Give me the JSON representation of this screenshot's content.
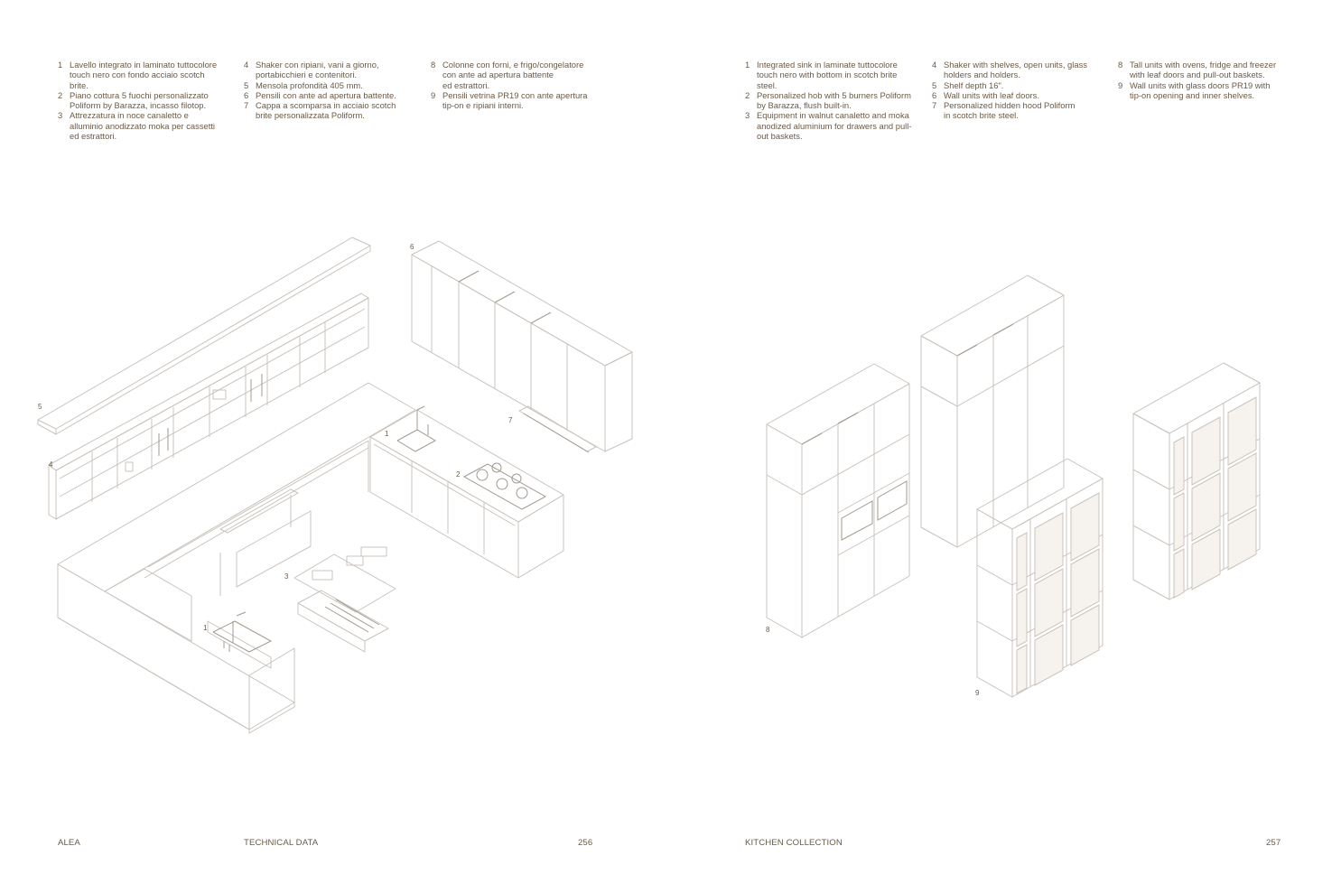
{
  "legend_it": {
    "col1": [
      {
        "n": "1",
        "t": "Lavello integrato in laminato tuttocolore\ntouch nero con fondo acciaio scotch\nbrite."
      },
      {
        "n": "2",
        "t": "Piano cottura 5 fuochi personalizzato\nPoliform by Barazza, incasso filotop."
      },
      {
        "n": "3",
        "t": "Attrezzatura in noce canaletto e\nalluminio anodizzato moka per cassetti\ned estrattori."
      }
    ],
    "col2": [
      {
        "n": "4",
        "t": "Shaker con ripiani, vani a giorno,\nportabicchieri e contenitori."
      },
      {
        "n": "5",
        "t": "Mensola profondità 405 mm."
      },
      {
        "n": "6",
        "t": "Pensili con ante ad apertura battente."
      },
      {
        "n": "7",
        "t": "Cappa a scomparsa in acciaio scotch\nbrite personalizzata Poliform."
      }
    ],
    "col3": [
      {
        "n": "8",
        "t": "Colonne con forni, e frigo/congelatore\ncon ante ad apertura battente\ned estrattori."
      },
      {
        "n": "9",
        "t": "Pensili vetrina PR19 con ante apertura\ntip-on e ripiani interni."
      }
    ]
  },
  "legend_en": {
    "col1": [
      {
        "n": "1",
        "t": "Integrated sink in laminate tuttocolore\ntouch nero with bottom in scotch brite\nsteel."
      },
      {
        "n": "2",
        "t": "Personalized hob with 5 burners Poliform\nby Barazza, flush built-in."
      },
      {
        "n": "3",
        "t": "Equipment in walnut canaletto and moka\nanodized aluminium for drawers and pull-\nout baskets."
      }
    ],
    "col2": [
      {
        "n": "4",
        "t": "Shaker with shelves, open units, glass\nholders and holders."
      },
      {
        "n": "5",
        "t": "Shelf depth 16\"."
      },
      {
        "n": "6",
        "t": "Wall units with leaf doors."
      },
      {
        "n": "7",
        "t": "Personalized hidden hood Poliform\nin scotch brite steel."
      }
    ],
    "col3": [
      {
        "n": "8",
        "t": "Tall units with ovens, fridge and freezer\nwith  leaf doors and pull-out baskets."
      },
      {
        "n": "9",
        "t": "Wall units with glass doors PR19 with\ntip-on opening and inner shelves."
      }
    ]
  },
  "callouts": {
    "c1a": "1",
    "c1b": "1",
    "c2": "2",
    "c3": "3",
    "c4": "4",
    "c5": "5",
    "c6": "6",
    "c7": "7",
    "c8": "8",
    "c9": "9"
  },
  "footer": {
    "brand": "ALEA",
    "section": "TECHNICAL DATA",
    "page_left": "256",
    "collection": "KITCHEN COLLECTION",
    "page_right": "257"
  }
}
